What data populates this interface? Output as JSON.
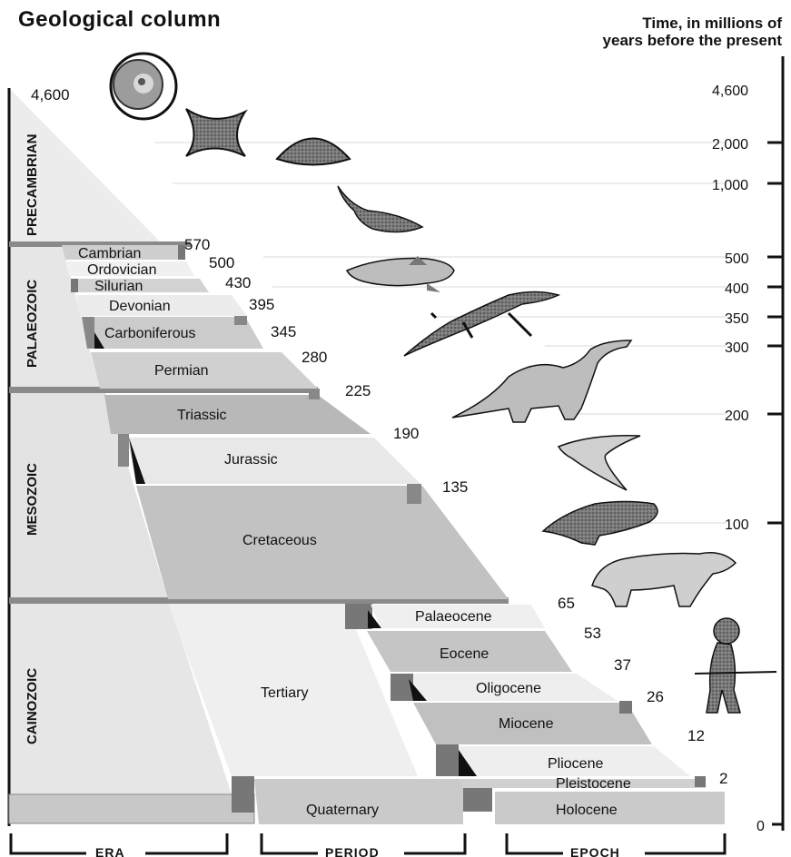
{
  "header": {
    "title": "Geological column",
    "time_line1": "Time, in millions of",
    "time_line2": "years before the present"
  },
  "eras": [
    {
      "name": "PRECAMBRIAN"
    },
    {
      "name": "PALAEOZOIC"
    },
    {
      "name": "MESOZOIC"
    },
    {
      "name": "CAINOZOIC"
    }
  ],
  "periods": [
    {
      "name": "Cambrian"
    },
    {
      "name": "Ordovician"
    },
    {
      "name": "Silurian"
    },
    {
      "name": "Devonian"
    },
    {
      "name": "Carboniferous"
    },
    {
      "name": "Permian"
    },
    {
      "name": "Triassic"
    },
    {
      "name": "Jurassic"
    },
    {
      "name": "Cretaceous"
    },
    {
      "name": "Tertiary"
    },
    {
      "name": "Quaternary"
    }
  ],
  "epochs": [
    {
      "name": "Palaeocene"
    },
    {
      "name": "Eocene"
    },
    {
      "name": "Oligocene"
    },
    {
      "name": "Miocene"
    },
    {
      "name": "Pliocene"
    },
    {
      "name": "Pleistocene"
    },
    {
      "name": "Holocene"
    }
  ],
  "boundary_ages": [
    {
      "value": "4,600"
    },
    {
      "value": "570"
    },
    {
      "value": "500"
    },
    {
      "value": "430"
    },
    {
      "value": "395"
    },
    {
      "value": "345"
    },
    {
      "value": "280"
    },
    {
      "value": "225"
    },
    {
      "value": "190"
    },
    {
      "value": "135"
    },
    {
      "value": "65"
    },
    {
      "value": "53"
    },
    {
      "value": "37"
    },
    {
      "value": "26"
    },
    {
      "value": "12"
    },
    {
      "value": "2"
    }
  ],
  "time_axis": [
    {
      "value": "4,600"
    },
    {
      "value": "2,000"
    },
    {
      "value": "1,000"
    },
    {
      "value": "500"
    },
    {
      "value": "400"
    },
    {
      "value": "350"
    },
    {
      "value": "300"
    },
    {
      "value": "200"
    },
    {
      "value": "100"
    },
    {
      "value": "0"
    }
  ],
  "bottom_labels": {
    "era": "ERA",
    "period": "PERIOD",
    "epoch": "EPOCH"
  },
  "illustrations": [
    {
      "icon": "early-earth-icon"
    },
    {
      "icon": "microorganism-icon"
    },
    {
      "icon": "trilobite-fan-icon"
    },
    {
      "icon": "jawless-fish-icon"
    },
    {
      "icon": "lobe-finned-fish-icon"
    },
    {
      "icon": "amphibian-icon"
    },
    {
      "icon": "sauropod-icon"
    },
    {
      "icon": "pterosaur-icon"
    },
    {
      "icon": "early-mammal-icon"
    },
    {
      "icon": "mammal-icon"
    },
    {
      "icon": "early-human-icon"
    }
  ],
  "colors": {
    "light": "#e6e6e6",
    "mid": "#c6c6c6",
    "dark": "#8a8a8a",
    "edge": "#6b6b6b"
  }
}
